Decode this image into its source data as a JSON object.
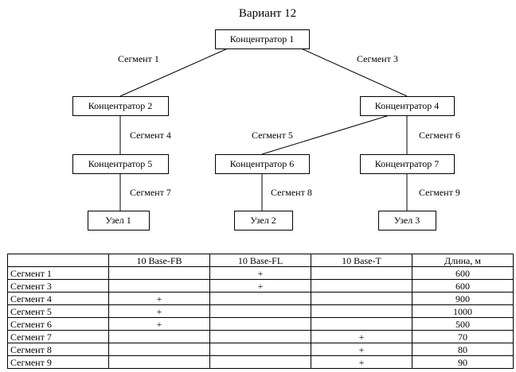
{
  "title": "Вариант 12",
  "nodes": [
    {
      "id": "c1",
      "label": "Концентратор 1"
    },
    {
      "id": "c2",
      "label": "Концентратор 2"
    },
    {
      "id": "c4",
      "label": "Концентратор 4"
    },
    {
      "id": "c5",
      "label": "Концентратор 5"
    },
    {
      "id": "c6",
      "label": "Концентратор 6"
    },
    {
      "id": "c7",
      "label": "Концентратор 7"
    },
    {
      "id": "u1",
      "label": "Узел 1"
    },
    {
      "id": "u2",
      "label": "Узел 2"
    },
    {
      "id": "u3",
      "label": "Узел 3"
    }
  ],
  "edges": [
    {
      "from": "c1",
      "to": "c2",
      "label": "Сегмент 1"
    },
    {
      "from": "c1",
      "to": "c4",
      "label": "Сегмент 3"
    },
    {
      "from": "c2",
      "to": "c5",
      "label": "Сегмент 4"
    },
    {
      "from": "c4",
      "to": "c6",
      "label": "Сегмент 5"
    },
    {
      "from": "c4",
      "to": "c7",
      "label": "Сегмент 6"
    },
    {
      "from": "c5",
      "to": "u1",
      "label": "Сегмент 7"
    },
    {
      "from": "c6",
      "to": "u2",
      "label": "Сегмент 8"
    },
    {
      "from": "c7",
      "to": "u3",
      "label": "Сегмент 9"
    }
  ],
  "table": {
    "headers": [
      "",
      "10 Base-FB",
      "10 Base-FL",
      "10 Base-T",
      "Длина, м"
    ],
    "rows": [
      [
        "Сегмент 1",
        "",
        "+",
        "",
        "600"
      ],
      [
        "Сегмент 3",
        "",
        "+",
        "",
        "600"
      ],
      [
        "Сегмент 4",
        "+",
        "",
        "",
        "900"
      ],
      [
        "Сегмент 5",
        "+",
        "",
        "",
        "1000"
      ],
      [
        "Сегмент 6",
        "+",
        "",
        "",
        "500"
      ],
      [
        "Сегмент 7",
        "",
        "",
        "+",
        "70"
      ],
      [
        "Сегмент 8",
        "",
        "",
        "+",
        "80"
      ],
      [
        "Сегмент 9",
        "",
        "",
        "+",
        "90"
      ]
    ]
  }
}
